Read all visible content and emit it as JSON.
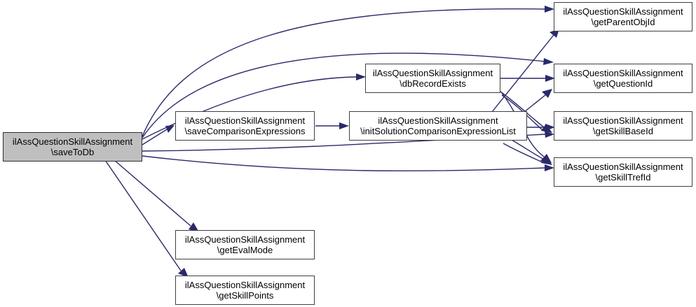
{
  "graph": {
    "type": "call-graph",
    "background_color": "#ffffff",
    "edge_color": "#2a2a6a",
    "root_fill_color": "#bfbfbf",
    "node_fill_color": "#ffffff",
    "node_border_color": "#404040",
    "nodes": [
      {
        "id": "saveToDb",
        "class_name": "ilAssQuestionSkillAssignment",
        "method_name": "\\saveToDb",
        "is_root": true
      },
      {
        "id": "saveComparisonExpressions",
        "class_name": "ilAssQuestionSkillAssignment",
        "method_name": "\\saveComparisonExpressions",
        "is_root": false
      },
      {
        "id": "dbRecordExists",
        "class_name": "ilAssQuestionSkillAssignment",
        "method_name": "\\dbRecordExists",
        "is_root": false
      },
      {
        "id": "initSolutionComparisonExpressionList",
        "class_name": "ilAssQuestionSkillAssignment",
        "method_name": "\\initSolutionComparisonExpressionList",
        "is_root": false
      },
      {
        "id": "getParentObjId",
        "class_name": "ilAssQuestionSkillAssignment",
        "method_name": "\\getParentObjId",
        "is_root": false
      },
      {
        "id": "getQuestionId",
        "class_name": "ilAssQuestionSkillAssignment",
        "method_name": "\\getQuestionId",
        "is_root": false
      },
      {
        "id": "getSkillBaseId",
        "class_name": "ilAssQuestionSkillAssignment",
        "method_name": "\\getSkillBaseId",
        "is_root": false
      },
      {
        "id": "getSkillTrefId",
        "class_name": "ilAssQuestionSkillAssignment",
        "method_name": "\\getSkillTrefId",
        "is_root": false
      },
      {
        "id": "getEvalMode",
        "class_name": "ilAssQuestionSkillAssignment",
        "method_name": "\\getEvalMode",
        "is_root": false
      },
      {
        "id": "getSkillPoints",
        "class_name": "ilAssQuestionSkillAssignment",
        "method_name": "\\getSkillPoints",
        "is_root": false
      }
    ],
    "edges": [
      {
        "from": "saveToDb",
        "to": "getParentObjId"
      },
      {
        "from": "saveToDb",
        "to": "getQuestionId"
      },
      {
        "from": "saveToDb",
        "to": "dbRecordExists"
      },
      {
        "from": "saveToDb",
        "to": "saveComparisonExpressions"
      },
      {
        "from": "saveToDb",
        "to": "getSkillBaseId"
      },
      {
        "from": "saveToDb",
        "to": "getSkillTrefId"
      },
      {
        "from": "saveToDb",
        "to": "getEvalMode"
      },
      {
        "from": "saveToDb",
        "to": "getSkillPoints"
      },
      {
        "from": "dbRecordExists",
        "to": "getQuestionId"
      },
      {
        "from": "dbRecordExists",
        "to": "getSkillBaseId"
      },
      {
        "from": "dbRecordExists",
        "to": "getSkillTrefId"
      },
      {
        "from": "saveComparisonExpressions",
        "to": "initSolutionComparisonExpressionList"
      },
      {
        "from": "initSolutionComparisonExpressionList",
        "to": "getParentObjId"
      },
      {
        "from": "initSolutionComparisonExpressionList",
        "to": "getQuestionId"
      },
      {
        "from": "initSolutionComparisonExpressionList",
        "to": "getSkillBaseId"
      },
      {
        "from": "initSolutionComparisonExpressionList",
        "to": "getSkillTrefId"
      }
    ]
  }
}
